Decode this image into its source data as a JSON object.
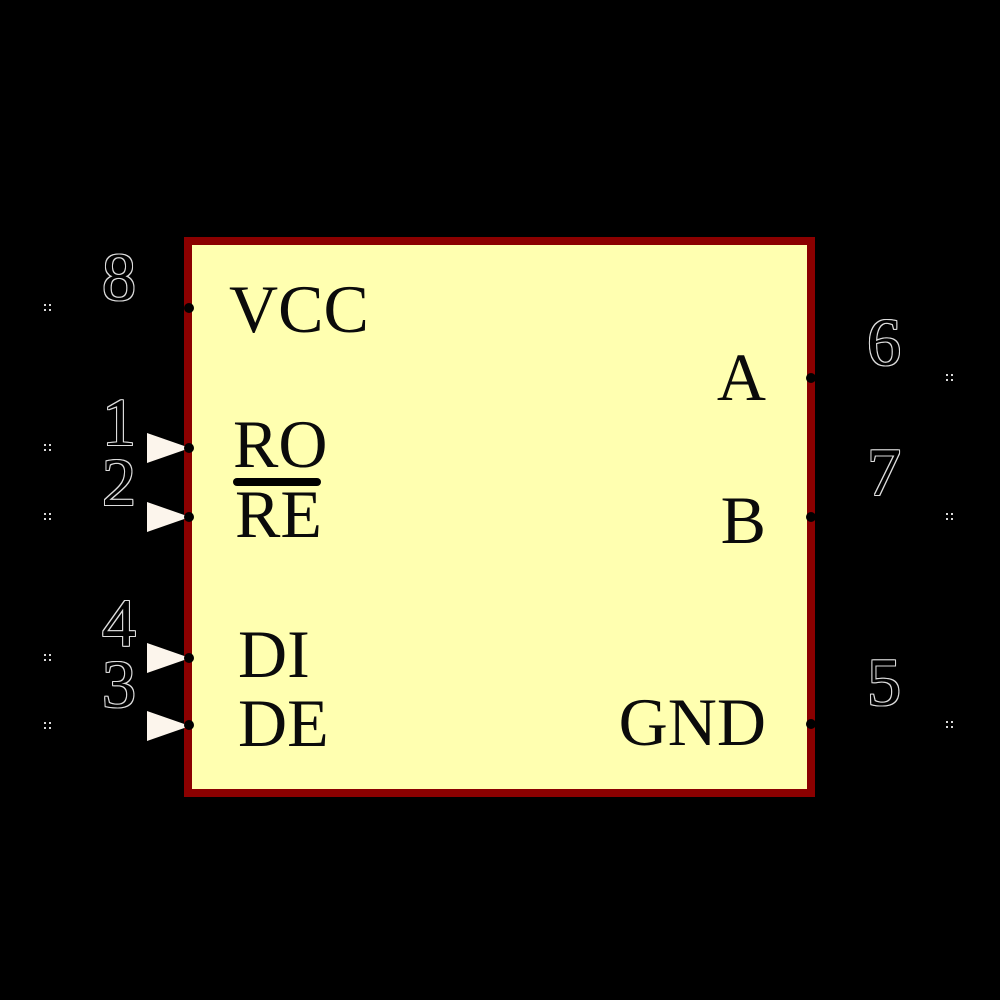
{
  "colors": {
    "background": "#000000",
    "body_fill": "#ffffb0",
    "body_outline": "#8b0000",
    "pin_name_color": "#0b0b0b",
    "pin_number_outline": "#dddddd",
    "triangle_fill": "#fcf5ec",
    "dot_color": "#000000",
    "marker_color": "#d9d9d9",
    "overline_color": "#000000"
  },
  "symbol": {
    "kind": "schematic-symbol",
    "body_shape": "rectangle",
    "left_pins": [
      {
        "number": "8",
        "name": "VCC",
        "overline": false,
        "direction_triangle": false
      },
      {
        "number": "1",
        "name": "RO",
        "overline": false,
        "direction_triangle": true
      },
      {
        "number": "2",
        "name": "RE",
        "overline": true,
        "direction_triangle": true
      },
      {
        "number": "4",
        "name": "DI",
        "overline": false,
        "direction_triangle": true
      },
      {
        "number": "3",
        "name": "DE",
        "overline": false,
        "direction_triangle": true
      }
    ],
    "right_pins": [
      {
        "number": "6",
        "name": "A"
      },
      {
        "number": "7",
        "name": "B"
      },
      {
        "number": "5",
        "name": "GND"
      }
    ]
  }
}
